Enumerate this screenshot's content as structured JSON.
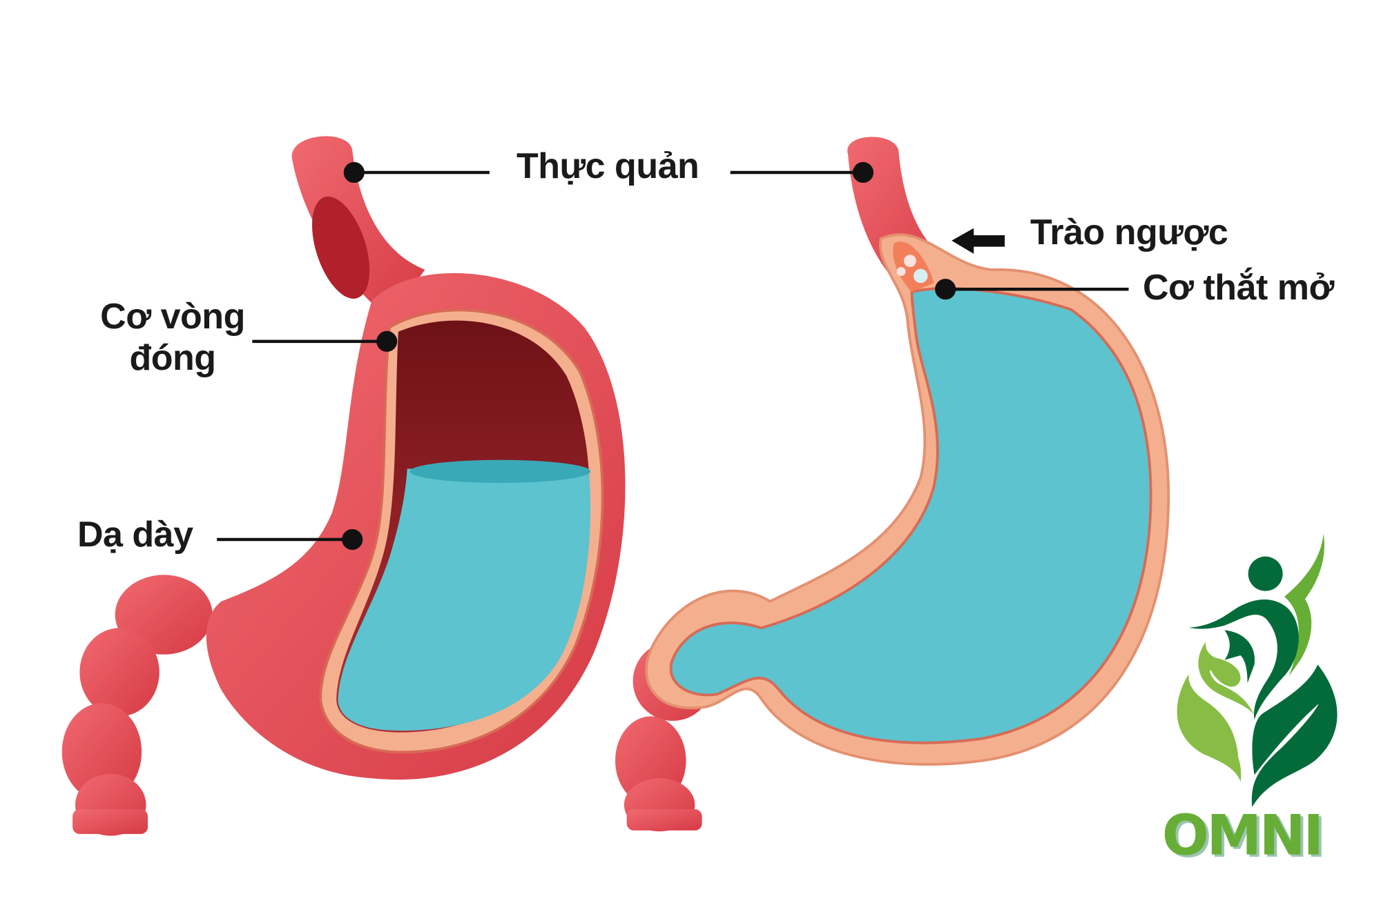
{
  "labels": {
    "esophagus": "Thực quản",
    "sphincter_closed_line1": "Cơ vòng",
    "sphincter_closed_line2": "đóng",
    "stomach": "Dạ dày",
    "reflux": "Trào ngược",
    "sphincter_open": "Cơ thắt mở"
  },
  "logo": {
    "text": "OMNI"
  },
  "colors": {
    "wall_red": "#e0454f",
    "lining_peach": "#f4b08e",
    "acid_blue": "#5cc3cf",
    "dark_cavity": "#8f1d24",
    "logo_dark_green": "#036b3a",
    "logo_light_green": "#66ae35"
  }
}
